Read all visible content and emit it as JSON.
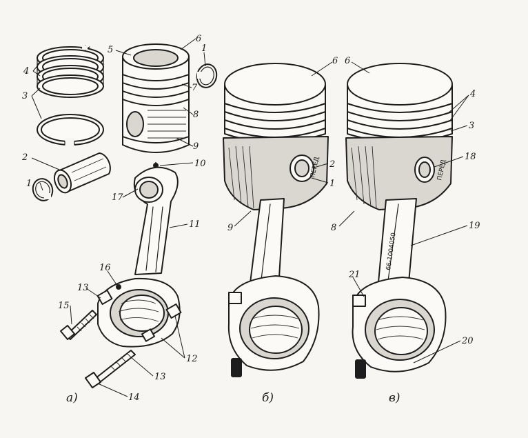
{
  "panels": [
    {
      "id": "a",
      "caption": "а)"
    },
    {
      "id": "b",
      "caption": "б)"
    },
    {
      "id": "v",
      "caption": "в)"
    }
  ],
  "callouts": {
    "a": [
      "1",
      "1",
      "2",
      "3",
      "4",
      "5",
      "6",
      "7",
      "8",
      "9",
      "10",
      "11",
      "12",
      "13",
      "13",
      "14",
      "15",
      "16",
      "17"
    ],
    "b": [
      "6",
      "2",
      "1",
      "9"
    ],
    "v": [
      "6",
      "4",
      "3",
      "18",
      "8",
      "19",
      "21",
      "20"
    ]
  },
  "markings": {
    "pered": "ПЕРЕД",
    "part_number": "66-1004050"
  }
}
